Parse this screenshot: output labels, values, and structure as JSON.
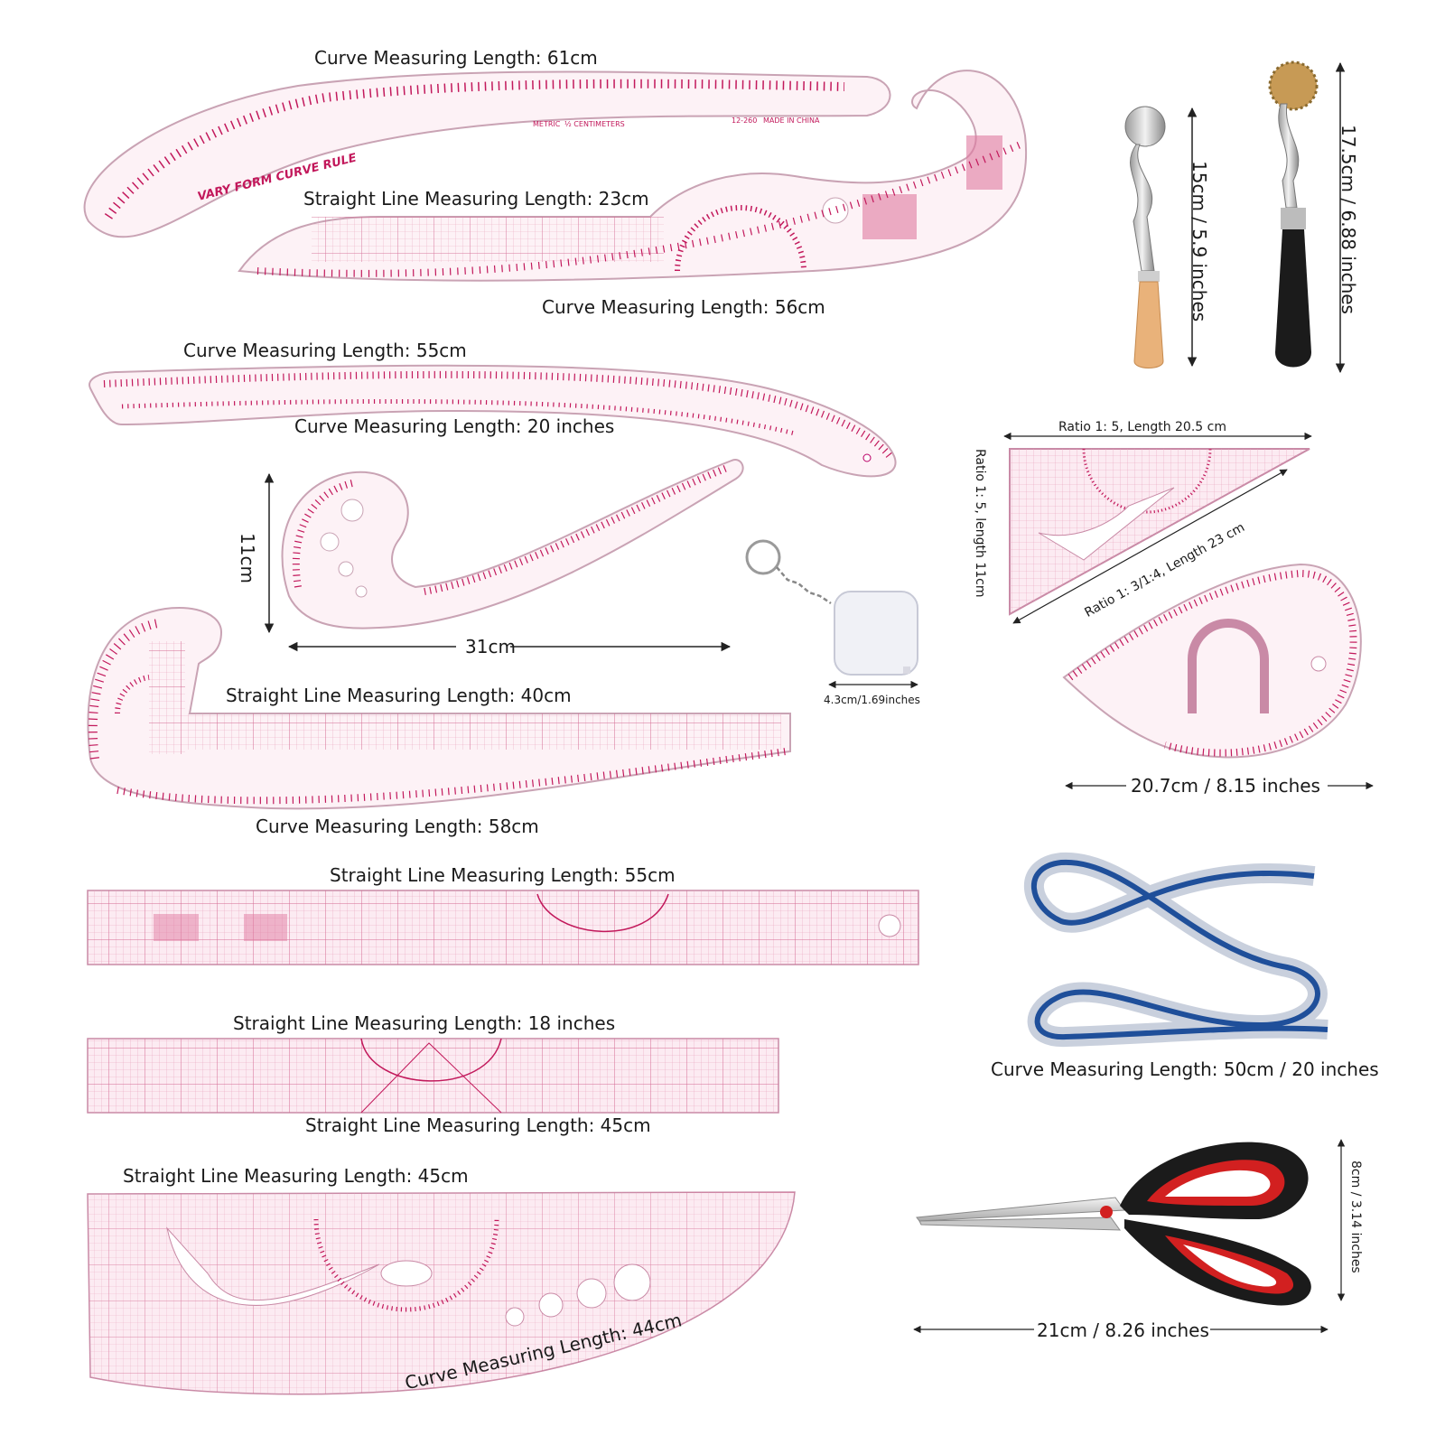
{
  "colors": {
    "ruler_pink": "#c2185b",
    "ruler_fill": "#fdeef3",
    "grid": "#e8a2bc",
    "tape_blue": "#1f4f9a",
    "scissor_red": "#d22020",
    "handle_black": "#1b1b1b",
    "wood": "#e9b27a"
  },
  "labels": {
    "curve_61": "Curve Measuring Length: 61cm",
    "straight_23": "Straight Line Measuring Length: 23cm",
    "curve_56": "Curve Measuring Length: 56cm",
    "curve_55": "Curve Measuring Length: 55cm",
    "curve_20in": "Curve Measuring Length: 20 inches",
    "dim_11": "11cm",
    "dim_31": "31cm",
    "straight_40": "Straight Line Measuring Length: 40cm",
    "curve_58": "Curve Measuring Length: 58cm",
    "tape_size": "4.3cm/1.69inches",
    "straight_55": "Straight Line Measuring Length: 55cm",
    "straight_18in": "Straight Line Measuring Length: 18 inches",
    "straight_45a": "Straight Line Measuring Length: 45cm",
    "straight_45b": "Straight Line Measuring Length: 45cm",
    "curve_44": "Curve Measuring Length: 44cm",
    "wheel_small": "15cm / 5.9 inches",
    "wheel_large": "17.5cm / 6.88 inches",
    "tri_top": "Ratio 1: 5, Length 20.5 cm",
    "tri_side": "Ratio 1: 5, length 11cm",
    "tri_hyp": "Ratio 1: 3/1:4, Length 23 cm",
    "teardrop": "20.7cm / 8.15 inches",
    "flex_curve": "Curve Measuring Length: 50cm / 20 inches",
    "scissor_height": "8cm / 3.14 inches",
    "scissor_width": "21cm / 8.26 inches"
  },
  "ruler_print": {
    "vary_form": "VARY FORM CURVE RULE",
    "metric": "METRIC",
    "centimeters": "½ CENTIMETERS",
    "model": "12-260",
    "made_in": "MADE IN CHINA"
  },
  "icons": {
    "wheel_small": "tracing-wheel-wood-icon",
    "wheel_large": "tracing-wheel-serrated-icon",
    "tape_keychain": "tape-measure-keychain-icon",
    "flex_ruler": "flexible-curve-ruler-icon",
    "scissors": "scissors-icon"
  }
}
